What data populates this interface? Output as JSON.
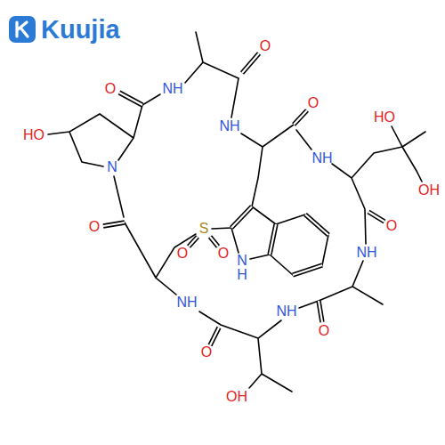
{
  "diagram": {
    "labels": [
      "Kuujia",
      "O",
      "NH",
      "O",
      "HO",
      "O",
      "NH",
      "HO",
      "NH",
      "N",
      "OH",
      "O",
      "O",
      "S",
      "O",
      "O",
      "NH",
      "NH",
      "NH",
      "NH",
      "O",
      "O",
      "OH"
    ]
  }
}
